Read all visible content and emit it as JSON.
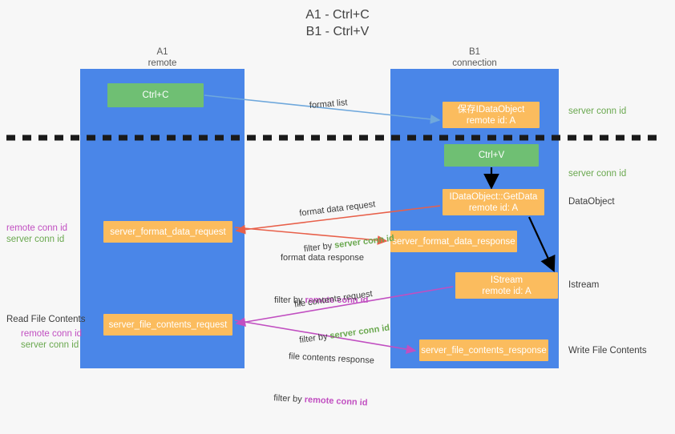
{
  "title": "A1 - Ctrl+C\nB1 - Ctrl+V",
  "columns": [
    {
      "name": "A1",
      "sub": "remote",
      "label": "A1\nremote"
    },
    {
      "name": "B1",
      "sub": "connection",
      "label": "B1\nconnection"
    }
  ],
  "nodes": {
    "ctrl_c": {
      "line1": "Ctrl+C",
      "color": "#6fbf73"
    },
    "save_idataobject": {
      "line1": "保存IDataObject",
      "line2": "remote id: A",
      "color": "#fbbc5e"
    },
    "ctrl_v": {
      "line1": "Ctrl+V",
      "color": "#6fbf73"
    },
    "getdata": {
      "line1": "IDataObject::GetData",
      "line2": "remote id: A",
      "color": "#fbbc5e"
    },
    "server_format_data_request": {
      "line1": "server_format_data_request",
      "color": "#fbbc5e"
    },
    "server_format_data_response": {
      "line1": "server_format_data_response",
      "color": "#fbbc5e"
    },
    "istream": {
      "line1": "IStream",
      "line2": "remote id: A",
      "color": "#fbbc5e"
    },
    "server_file_contents_request": {
      "line1": "server_file_contents_request",
      "color": "#fbbc5e"
    },
    "server_file_contents_response": {
      "line1": "server_file_contents_response",
      "color": "#fbbc5e"
    }
  },
  "side_labels": {
    "server_conn_id_1": "server conn id",
    "server_conn_id_2": "server conn id",
    "dataobject": "DataObject",
    "istream": "Istream",
    "write_file_contents": "Write File Contents",
    "read_file_contents": "Read File Contents",
    "remote_conn_id": "remote conn id",
    "server_conn_id": "server conn id"
  },
  "edge_labels": {
    "format_list": "format list",
    "format_data_request": "format data request",
    "format_data_request_filter_prefix": "filter by ",
    "format_data_request_filter_value": "server conn id",
    "format_data_response": "format data response",
    "format_data_response_filter_prefix": "filter by ",
    "format_data_response_filter_value": "remote conn id",
    "file_contents_request": "file contents request",
    "file_contents_request_filter_prefix": "filter by ",
    "file_contents_request_filter_value": "server conn id",
    "file_contents_response": "file contents response",
    "file_contents_response_filter_prefix": "filter by ",
    "file_contents_response_filter_value": "remote conn id"
  },
  "colors": {
    "lane": "#4a86e8",
    "green": "#6aa84f",
    "green_box": "#6fbf73",
    "orange": "#fbbc5e",
    "magenta": "#c14fc1",
    "red_arrow": "#e8604a",
    "blue_arrow": "#6fa8dc",
    "black": "#000000",
    "background": "#f7f7f7"
  }
}
